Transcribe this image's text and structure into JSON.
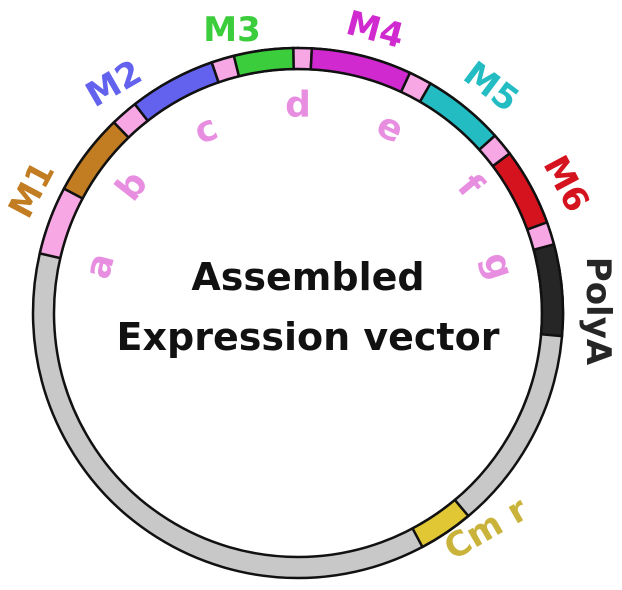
{
  "title": {
    "line1": "Assembled",
    "line2": "Expression vector"
  },
  "ring": {
    "backbone_color": "#c8c8c8",
    "outline_color": "#111111"
  },
  "modules": [
    {
      "id": "m1",
      "label": "M1",
      "color": "#c27c22"
    },
    {
      "id": "m2",
      "label": "M2",
      "color": "#6262ee"
    },
    {
      "id": "m3",
      "label": "M3",
      "color": "#3ccd3c"
    },
    {
      "id": "m4",
      "label": "M4",
      "color": "#cf29cf"
    },
    {
      "id": "m5",
      "label": "M5",
      "color": "#23bcc3"
    },
    {
      "id": "m6",
      "label": "M6",
      "color": "#d4131e"
    },
    {
      "id": "polya",
      "label": "PolyA",
      "color": "#262626"
    },
    {
      "id": "cmr",
      "label": "Cm r",
      "color": "#e0c733",
      "label_color": "#c9b33a"
    }
  ],
  "junctions": {
    "color": "#f6a7e4",
    "label_color": "#e78ee0",
    "labels": [
      "a",
      "b",
      "c",
      "d",
      "e",
      "f",
      "g"
    ]
  }
}
